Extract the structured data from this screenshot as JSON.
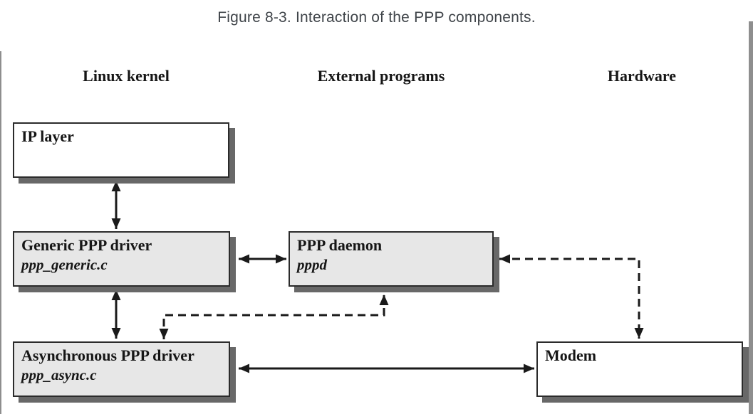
{
  "figure": {
    "caption": "Figure 8-3. Interaction of the PPP components."
  },
  "columns": [
    {
      "label": "Linux kernel"
    },
    {
      "label": "External programs"
    },
    {
      "label": "Hardware"
    }
  ],
  "boxes": [
    {
      "id": "ip-layer",
      "title": "IP layer",
      "subtitle": "",
      "column": "Linux kernel",
      "fill": "#ffffff"
    },
    {
      "id": "generic-ppp-driver",
      "title": "Generic PPP driver",
      "subtitle": "ppp_generic.c",
      "column": "Linux kernel",
      "fill": "#e7e7e7"
    },
    {
      "id": "ppp-daemon",
      "title": "PPP daemon",
      "subtitle": "pppd",
      "column": "External programs",
      "fill": "#e7e7e7"
    },
    {
      "id": "async-ppp-driver",
      "title": "Asynchronous PPP driver",
      "subtitle": "ppp_async.c",
      "column": "Linux kernel",
      "fill": "#e7e7e7"
    },
    {
      "id": "modem",
      "title": "Modem",
      "subtitle": "",
      "column": "Hardware",
      "fill": "#ffffff"
    }
  ],
  "connections": [
    {
      "from": "ip-layer",
      "to": "generic-ppp-driver",
      "style": "solid",
      "bidirectional": true
    },
    {
      "from": "generic-ppp-driver",
      "to": "ppp-daemon",
      "style": "solid",
      "bidirectional": true
    },
    {
      "from": "generic-ppp-driver",
      "to": "async-ppp-driver",
      "style": "solid",
      "bidirectional": true
    },
    {
      "from": "ppp-daemon",
      "to": "async-ppp-driver",
      "style": "dashed",
      "bidirectional": true
    },
    {
      "from": "ppp-daemon",
      "to": "modem",
      "style": "dashed",
      "bidirectional": true
    },
    {
      "from": "async-ppp-driver",
      "to": "modem",
      "style": "solid",
      "bidirectional": true
    }
  ],
  "colors": {
    "caption_text": "#3f4449",
    "diagram_text": "#161616",
    "box_fill_gray": "#e7e7e7",
    "box_fill_white": "#ffffff",
    "box_border": "#2b2b2b",
    "box_shadow": "#686868",
    "arrow": "#1a1a1a"
  }
}
